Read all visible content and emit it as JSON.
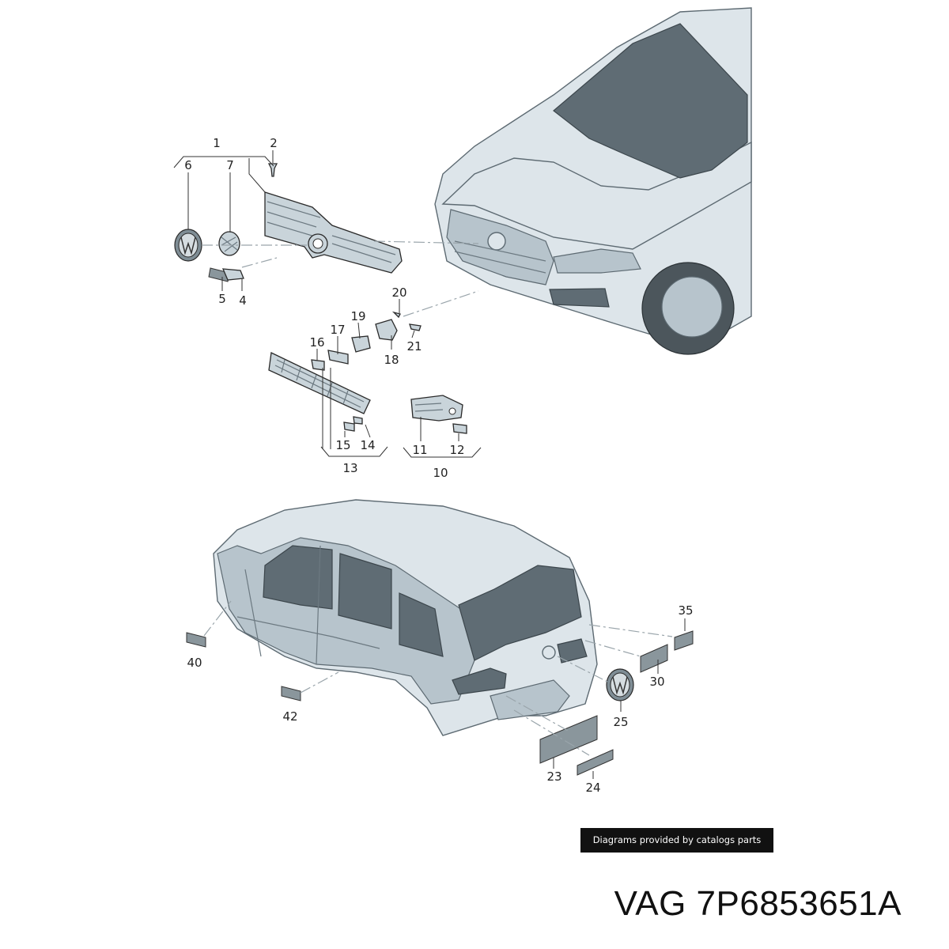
{
  "callouts": [
    "1",
    "2",
    "6",
    "7",
    "5",
    "4",
    "20",
    "19",
    "17",
    "16",
    "21",
    "18",
    "15",
    "14",
    "13",
    "11",
    "12",
    "10",
    "35",
    "40",
    "30",
    "42",
    "25",
    "23",
    "24"
  ],
  "credit": "Diagrams provided by catalogs parts",
  "part_reference": "VAG 7P6853651A"
}
